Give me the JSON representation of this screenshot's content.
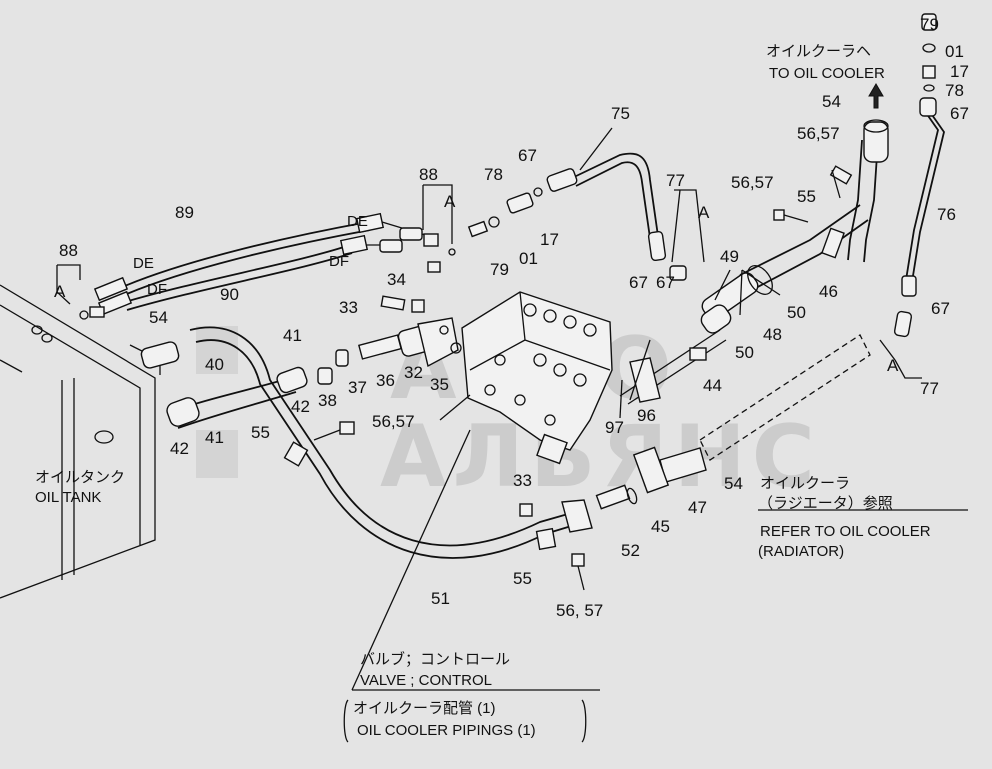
{
  "callouts": [
    {
      "id": "c79a",
      "text": "79"
    },
    {
      "id": "c01a",
      "text": "01"
    },
    {
      "id": "c17a",
      "text": "17"
    },
    {
      "id": "c78a",
      "text": "78"
    },
    {
      "id": "c67a",
      "text": "67"
    },
    {
      "id": "c54a",
      "text": "54"
    },
    {
      "id": "c5657a",
      "text": "56,57"
    },
    {
      "id": "c5657b",
      "text": "56,57"
    },
    {
      "id": "c55a",
      "text": "55"
    },
    {
      "id": "c76",
      "text": "76"
    },
    {
      "id": "c46",
      "text": "46"
    },
    {
      "id": "c67b",
      "text": "67"
    },
    {
      "id": "c77a",
      "text": "77"
    },
    {
      "id": "cAa",
      "text": "A"
    },
    {
      "id": "c75",
      "text": "75"
    },
    {
      "id": "c67c",
      "text": "67"
    },
    {
      "id": "c78b",
      "text": "78"
    },
    {
      "id": "c17b",
      "text": "17"
    },
    {
      "id": "c01b",
      "text": "01"
    },
    {
      "id": "c79b",
      "text": "79"
    },
    {
      "id": "c88a",
      "text": "88"
    },
    {
      "id": "cAb",
      "text": "A"
    },
    {
      "id": "c67d",
      "text": "67"
    },
    {
      "id": "c49",
      "text": "49"
    },
    {
      "id": "c50a",
      "text": "50"
    },
    {
      "id": "c48",
      "text": "48"
    },
    {
      "id": "c50b",
      "text": "50"
    },
    {
      "id": "c44",
      "text": "44"
    },
    {
      "id": "c89",
      "text": "89"
    },
    {
      "id": "cDEa",
      "text": "DE"
    },
    {
      "id": "cDFa",
      "text": "DF"
    },
    {
      "id": "c88b",
      "text": "88"
    },
    {
      "id": "cAc",
      "text": "A"
    },
    {
      "id": "cDEb",
      "text": "DE"
    },
    {
      "id": "cDFb",
      "text": "DF"
    },
    {
      "id": "c90",
      "text": "90"
    },
    {
      "id": "c34",
      "text": "34"
    },
    {
      "id": "c33a",
      "text": "33"
    },
    {
      "id": "c54b",
      "text": "54"
    },
    {
      "id": "c41a",
      "text": "41"
    },
    {
      "id": "c40",
      "text": "40"
    },
    {
      "id": "c36",
      "text": "36"
    },
    {
      "id": "c37",
      "text": "37"
    },
    {
      "id": "c38",
      "text": "38"
    },
    {
      "id": "c42a",
      "text": "42"
    },
    {
      "id": "c32",
      "text": "32"
    },
    {
      "id": "c35",
      "text": "35"
    },
    {
      "id": "c5657c",
      "text": "56,57"
    },
    {
      "id": "c55b",
      "text": "55"
    },
    {
      "id": "c42b",
      "text": "42"
    },
    {
      "id": "c41b",
      "text": "41"
    },
    {
      "id": "c96",
      "text": "96"
    },
    {
      "id": "c97",
      "text": "97"
    },
    {
      "id": "c67e",
      "text": "67"
    },
    {
      "id": "c77b",
      "text": "77"
    },
    {
      "id": "cAd",
      "text": "A"
    },
    {
      "id": "c54c",
      "text": "54"
    },
    {
      "id": "c47",
      "text": "47"
    },
    {
      "id": "c45",
      "text": "45"
    },
    {
      "id": "c52",
      "text": "52"
    },
    {
      "id": "c33b",
      "text": "33"
    },
    {
      "id": "c55c",
      "text": "55"
    },
    {
      "id": "c51",
      "text": "51"
    },
    {
      "id": "c5657d",
      "text": "56, 57"
    }
  ],
  "labels": {
    "to_oil_cooler_jp": "オイルクーラヘ",
    "to_oil_cooler_en": "TO OIL COOLER",
    "oil_tank_jp": "オイルタンク",
    "oil_tank_en": "OIL TANK",
    "refer_jp": "オイルクーラ",
    "refer_jp2": "（ラジエータ）参照",
    "refer_en": "REFER TO OIL COOLER",
    "refer_en2": "(RADIATOR)",
    "valve_jp": "バルブ；コントロール",
    "valve_en": "VALVE ; CONTROL",
    "pipings_jp": "オイルクーラ配管 (1)",
    "pipings_en": "OIL COOLER PIPINGS (1)"
  },
  "watermark": {
    "line1": "АВТО",
    "line2": "АЛЬЯНС"
  },
  "colors": {
    "background": "#e4e4e4",
    "ink": "#111111",
    "watermark": "#b9b9b9"
  }
}
